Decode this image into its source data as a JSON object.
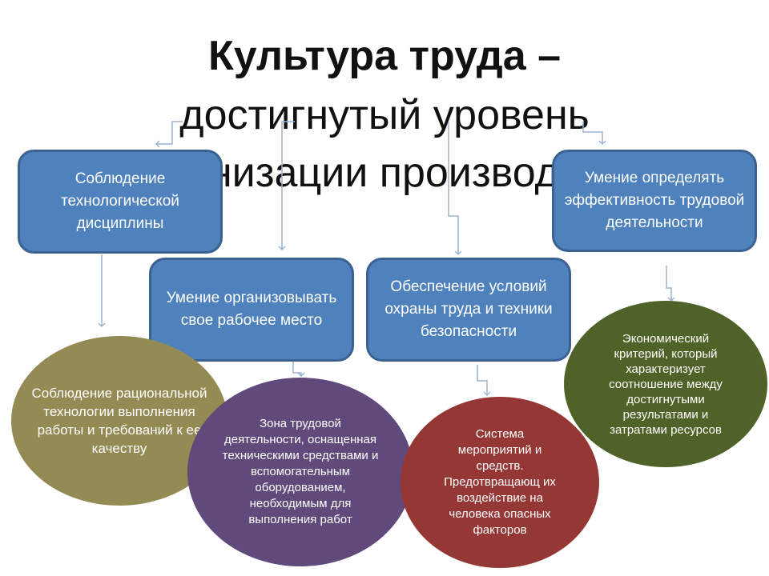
{
  "title": {
    "line1": "Культура труда –",
    "line2": "достигнутый уровень",
    "line3": "организации производства"
  },
  "boxes": [
    {
      "text": "Соблюдение технологической дисциплины"
    },
    {
      "text": "Умение организовывать свое рабочее место"
    },
    {
      "text": "Обеспечение условий охраны труда и техники безопасности"
    },
    {
      "text": "Умение определять эффективность трудовой деятельности"
    }
  ],
  "ovals": [
    {
      "text": "Соблюдение рациональной технологии выполнения работы и требований к ее качеству",
      "color": "#948a54"
    },
    {
      "text": "Зона трудовой деятельности, оснащенная техническими средствами и вспомогательным оборудованием, необходимым для выполнения работ",
      "color": "#604a7b"
    },
    {
      "text": "Система мероприятий и средств. Предотвращающ их воздействие на человека опасных факторов",
      "color": "#953735"
    },
    {
      "text": "Экономический критерий, который характеризует соотношение между достигнутыми результатами и затратами ресурсов",
      "color": "#4f6228"
    }
  ],
  "colors": {
    "box_fill": "#4f81bd",
    "box_border": "#3a6191"
  }
}
